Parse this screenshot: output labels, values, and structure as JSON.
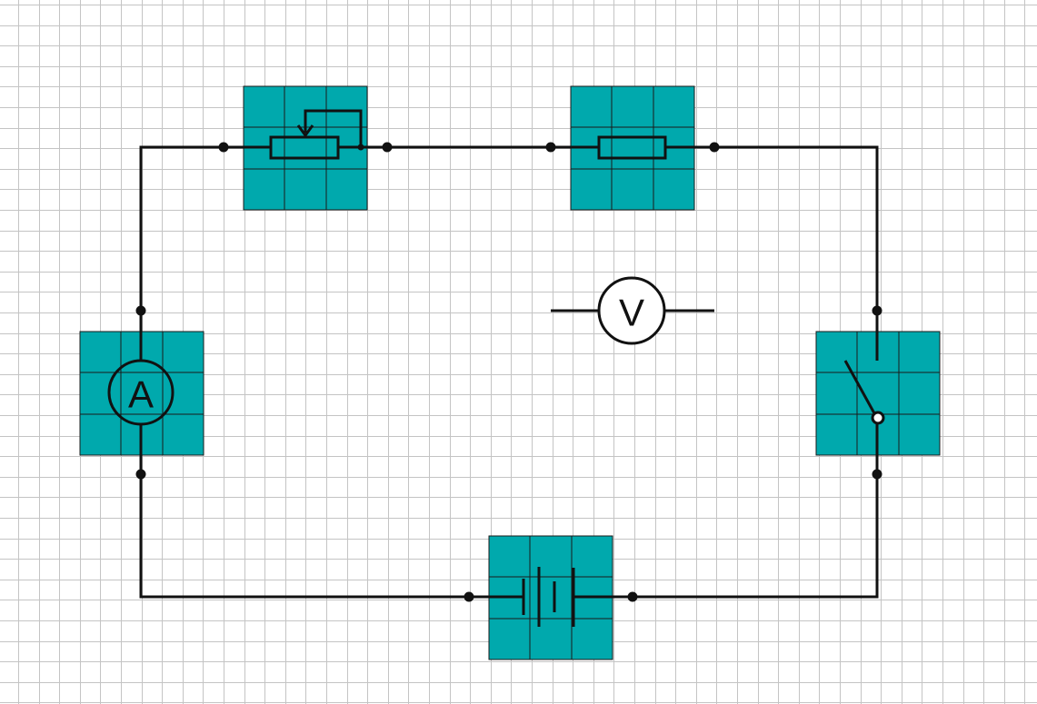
{
  "colors": {
    "component_tile": "#00a9ad",
    "background": "#ffffff",
    "grid": "#c4c4c4",
    "wire": "#111111"
  },
  "components": {
    "rheostat": {
      "icon": "rheostat-icon"
    },
    "resistor": {
      "icon": "resistor-icon"
    },
    "ammeter": {
      "icon": "ammeter-icon",
      "label": "A"
    },
    "voltmeter": {
      "icon": "voltmeter-icon",
      "label": "V"
    },
    "switch": {
      "icon": "switch-open-icon",
      "state": "open"
    },
    "battery": {
      "icon": "battery-icon"
    }
  }
}
